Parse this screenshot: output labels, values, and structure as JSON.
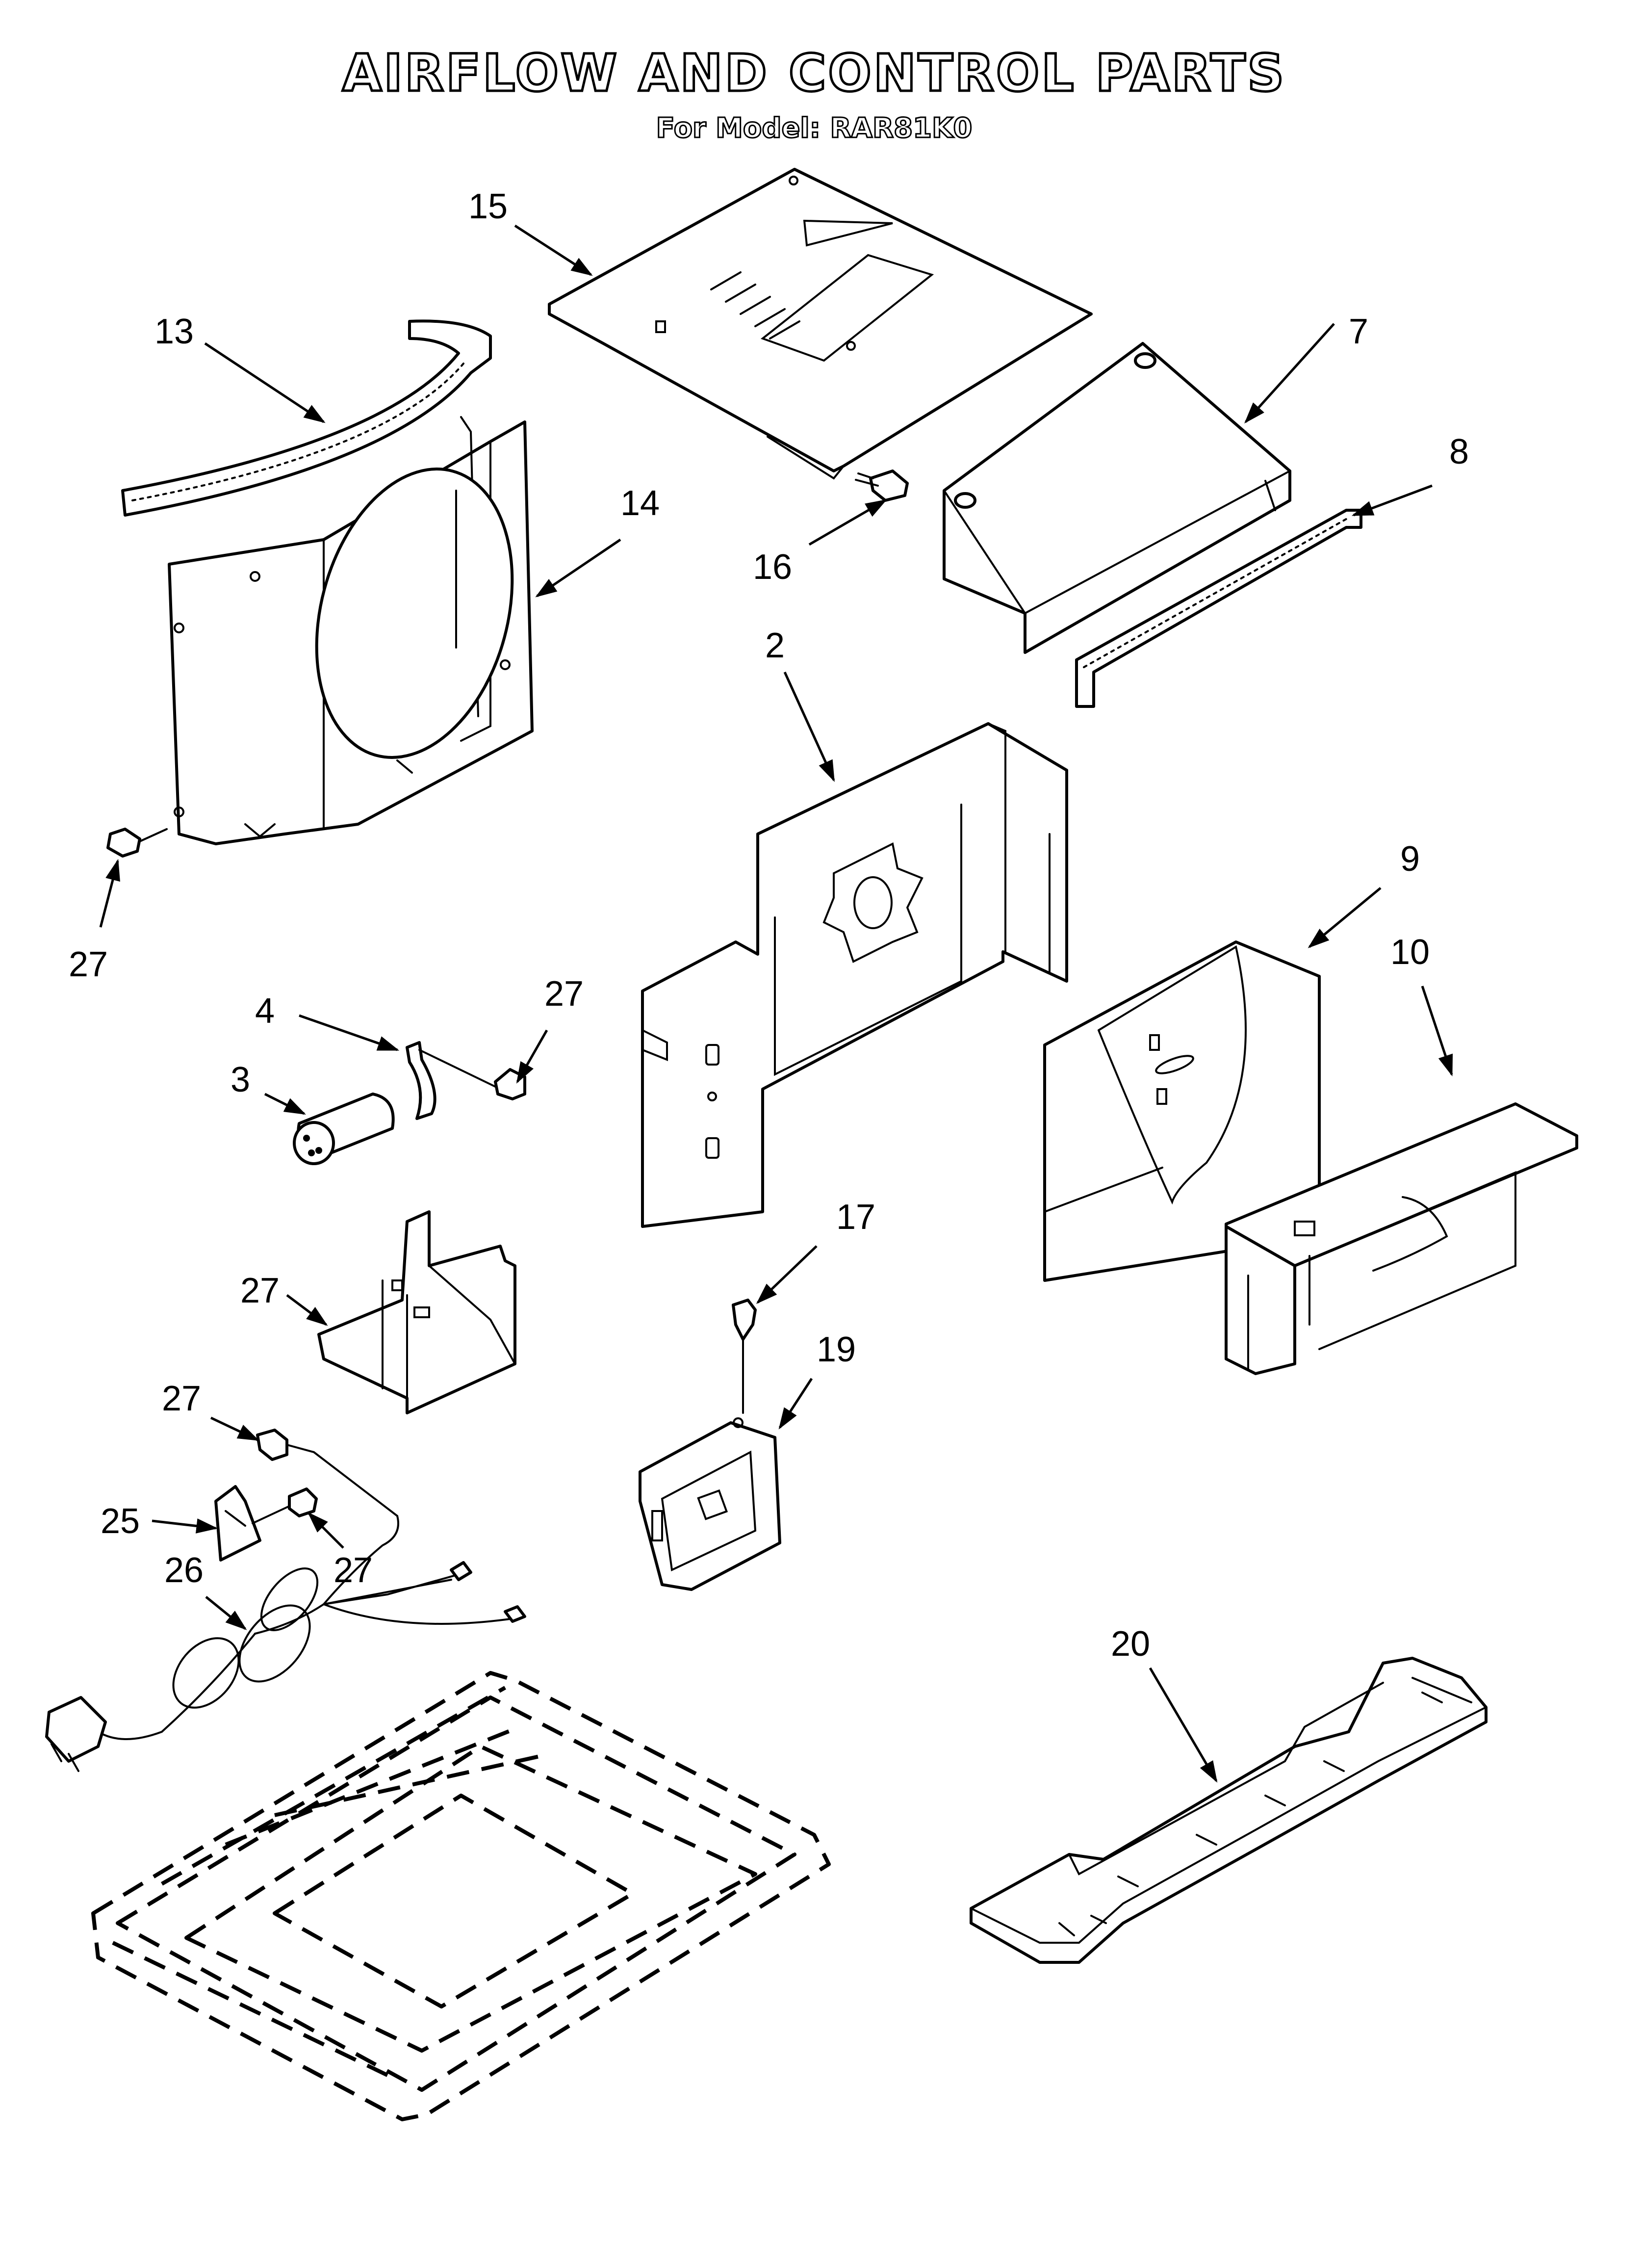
{
  "title": "AIRFLOW AND CONTROL PARTS",
  "subtitle": "For Model: RAR81K0",
  "callouts": [
    {
      "id": "c15",
      "label": "15"
    },
    {
      "id": "c13",
      "label": "13"
    },
    {
      "id": "c7",
      "label": "7"
    },
    {
      "id": "c8",
      "label": "8"
    },
    {
      "id": "c14",
      "label": "14"
    },
    {
      "id": "c16",
      "label": "16"
    },
    {
      "id": "c2",
      "label": "2"
    },
    {
      "id": "c27a",
      "label": "27"
    },
    {
      "id": "c9",
      "label": "9"
    },
    {
      "id": "c10",
      "label": "10"
    },
    {
      "id": "c4",
      "label": "4"
    },
    {
      "id": "c27b",
      "label": "27"
    },
    {
      "id": "c3",
      "label": "3"
    },
    {
      "id": "c27c",
      "label": "27"
    },
    {
      "id": "c17",
      "label": "17"
    },
    {
      "id": "c19",
      "label": "19"
    },
    {
      "id": "c27d",
      "label": "27"
    },
    {
      "id": "c25",
      "label": "25"
    },
    {
      "id": "c27e",
      "label": "27"
    },
    {
      "id": "c26",
      "label": "26"
    },
    {
      "id": "c20",
      "label": "20"
    }
  ]
}
